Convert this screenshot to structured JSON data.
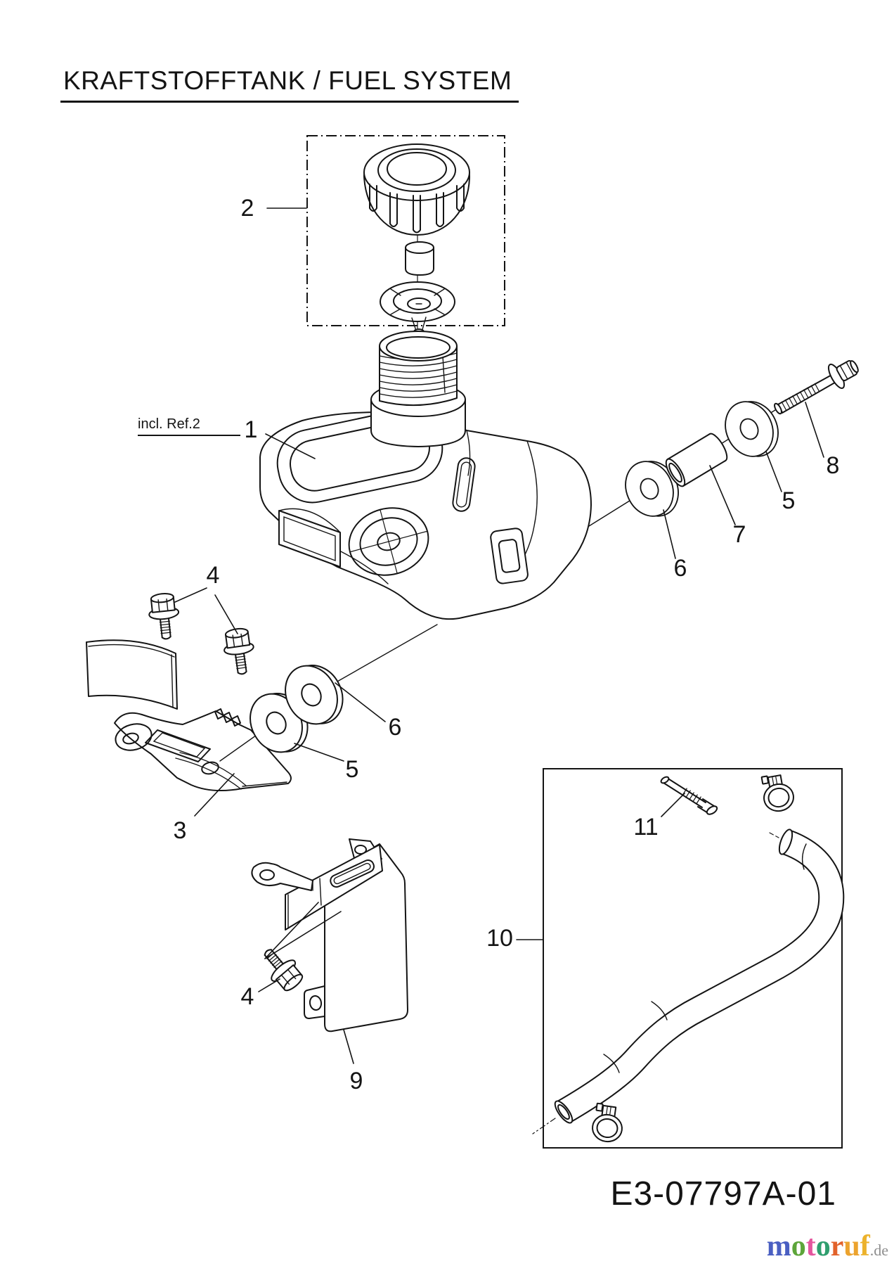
{
  "title": "KRAFTSTOFFTANK / FUEL SYSTEM",
  "note": {
    "incl_ref": "incl. Ref.2"
  },
  "drawing_code": "E3-07797A-01",
  "callouts": {
    "part1": "1",
    "part2": "2",
    "part3": "3",
    "part4_upper": "4",
    "part4_lower": "4",
    "part5_right": "5",
    "part5_left": "5",
    "part6_right": "6",
    "part6_left": "6",
    "part7": "7",
    "part8": "8",
    "part9": "9",
    "part10": "10",
    "part11": "11"
  },
  "logo": {
    "letters": [
      {
        "ch": "m",
        "style": "color:#4a5fc2"
      },
      {
        "ch": "o",
        "style": "color:#5da53a"
      },
      {
        "ch": "t",
        "style": "color:#e4569e"
      },
      {
        "ch": "o",
        "style": "color:#2f9e6e"
      },
      {
        "ch": "r",
        "style": "color:#e2622b"
      },
      {
        "ch": "u",
        "style": "color:#eca32e"
      },
      {
        "ch": "f",
        "style": "color:#ecb22c"
      }
    ],
    "suffix": {
      "ch": ".de",
      "style": "color:#8e8e8e"
    }
  },
  "colors": {
    "ink": "#141414",
    "paper": "#ffffff"
  }
}
